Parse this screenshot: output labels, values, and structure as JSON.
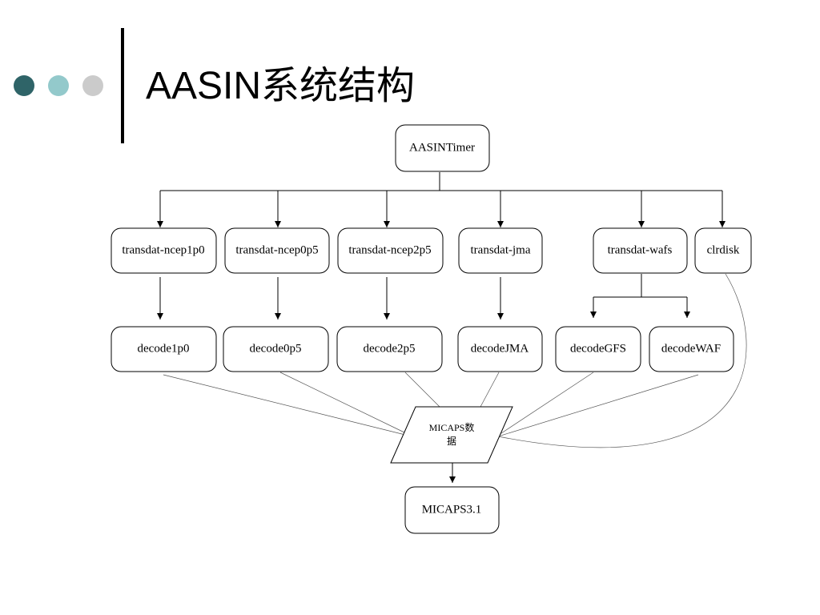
{
  "title": "AASIN系统结构",
  "colors": {
    "dot1": "#2f6468",
    "dot2": "#93c9cb",
    "dot3": "#cbcbcb"
  },
  "nodes": {
    "root": "AASINTimer",
    "ncep1p0": "transdat-ncep1p0",
    "ncep0p5": "transdat-ncep0p5",
    "ncep2p5": "transdat-ncep2p5",
    "jma": "transdat-jma",
    "wafs": "transdat-wafs",
    "clrdisk": "clrdisk",
    "decode1p0": "decode1p0",
    "decode0p5": "decode0p5",
    "decode2p5": "decode2p5",
    "decodeJMA": "decodeJMA",
    "decodeGFS": "decodeGFS",
    "decodeWAF": "decodeWAF",
    "micaps_data_line1": "MICAPS数",
    "micaps_data_line2": "据",
    "micaps31": "MICAPS3.1"
  }
}
